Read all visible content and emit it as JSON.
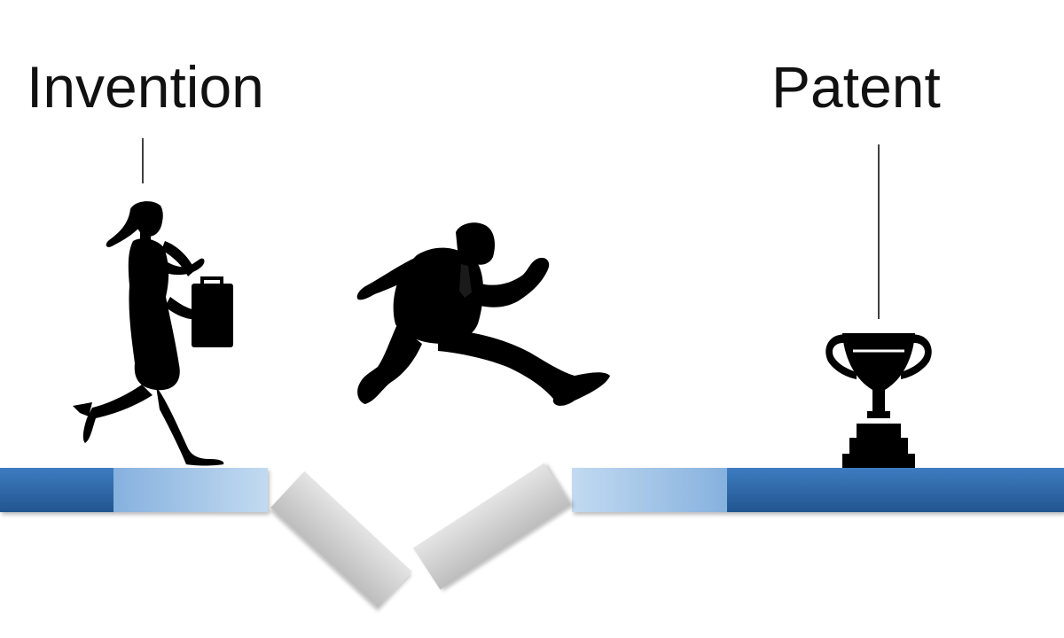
{
  "labels": {
    "start": "Invention",
    "end": "Patent"
  },
  "figures": {
    "walker": "walking-businesswoman-silhouette",
    "jumper": "jumping-businessman-silhouette",
    "trophy": "trophy-icon"
  },
  "colors": {
    "bar_dark": "#2f6aa8",
    "bar_light": "#9cc1e6",
    "broken_plank": "#d4d4d4",
    "silhouette": "#000000",
    "text": "#111111",
    "background": "#ffffff"
  }
}
